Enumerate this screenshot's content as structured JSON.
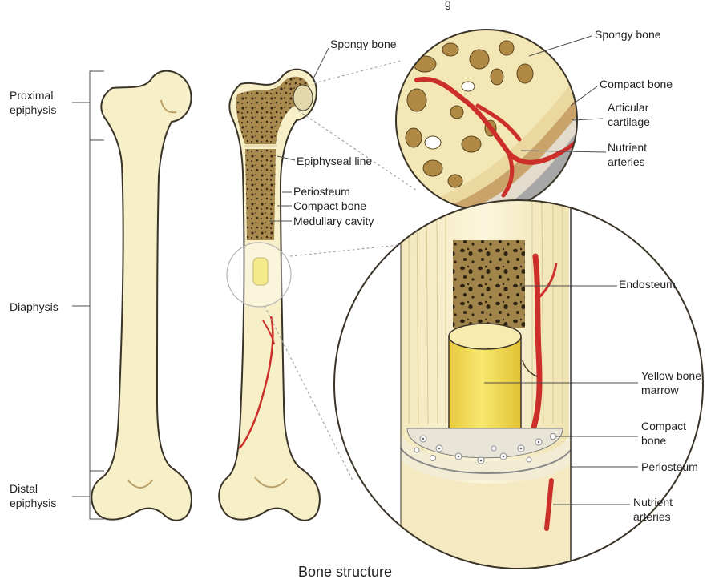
{
  "title": "Bone structure",
  "cropped_header": "g",
  "left_labels": {
    "proximal": [
      "Proximal",
      "epiphysis"
    ],
    "diaphysis": "Diaphysis",
    "distal": [
      "Distal",
      "epiphysis"
    ]
  },
  "middle_labels": {
    "spongy": "Spongy bone",
    "epiphyseal": "Epiphyseal line",
    "periosteum": "Periosteum",
    "compact": "Compact bone",
    "medullary": "Medullary cavity"
  },
  "top_zoom_labels": {
    "spongy": "Spongy bone",
    "compact": "Compact bone",
    "articular": [
      "Articular",
      "cartilage"
    ],
    "nutrient": [
      "Nutrient",
      "arteries"
    ]
  },
  "bottom_zoom_labels": {
    "endosteum": "Endosteum",
    "marrow": [
      "Yellow bone",
      "marrow"
    ],
    "compact": [
      "Compact",
      "bone"
    ],
    "periosteum": "Periosteum",
    "nutrient": [
      "Nutrient",
      "arteries"
    ]
  },
  "colors": {
    "bone": "#f7efc7",
    "spongy": "#a98a4e",
    "spongy_hole": "#3b2a14",
    "marrow": "#f2de4f",
    "artery": "#cc2f2a",
    "outline": "#3a3328"
  }
}
